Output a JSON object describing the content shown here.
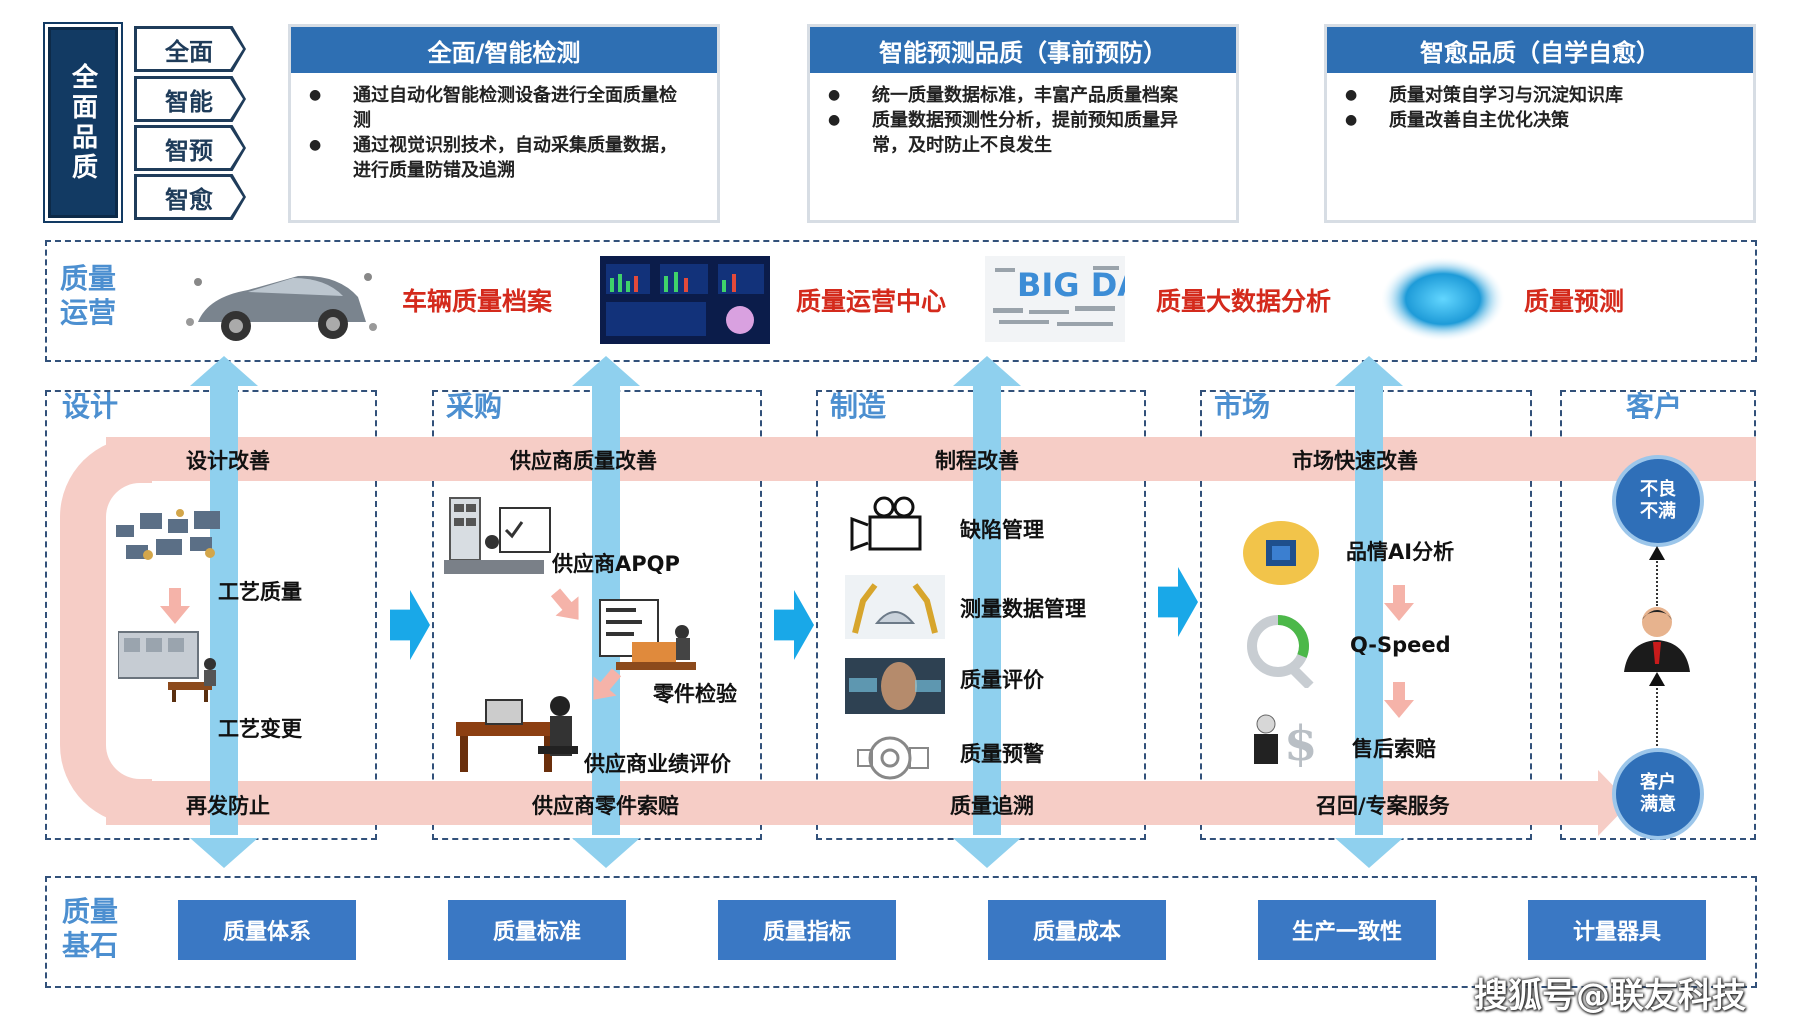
{
  "header": {
    "vertical_title": "全面品质",
    "tags": [
      "全面",
      "智能",
      "智预",
      "智愈"
    ],
    "cards": [
      {
        "title": "全面/智能检测",
        "bullets": [
          "通过自动化智能检测设备进行全面质量检测",
          "通过视觉识别技术，自动采集质量数据，进行质量防错及追溯"
        ]
      },
      {
        "title": "智能预测品质（事前预防）",
        "bullets": [
          "统一质量数据标准，丰富产品质量档案",
          "质量数据预测性分析，提前预知质量异常，及时防止不良发生"
        ]
      },
      {
        "title": "智愈品质（自学自愈）",
        "bullets": [
          "质量对策自学习与沉淀知识库",
          "质量改善自主优化决策"
        ]
      }
    ]
  },
  "operations": {
    "label": "质量运营",
    "items": [
      "车辆质量档案",
      "质量运营中心",
      "质量大数据分析",
      "质量预测"
    ],
    "big_data_icon_text": "BIG DATA"
  },
  "stages": [
    {
      "name": "设计",
      "top": "设计改善",
      "bottom": "再发防止",
      "items": [
        "工艺质量",
        "工艺变更"
      ]
    },
    {
      "name": "采购",
      "top": "供应商质量改善",
      "bottom": "供应商零件索赔",
      "items": [
        "供应商APQP",
        "零件检验",
        "供应商业绩评价"
      ]
    },
    {
      "name": "制造",
      "top": "制程改善",
      "bottom": "质量追溯",
      "items": [
        "缺陷管理",
        "测量数据管理",
        "质量评价",
        "质量预警"
      ]
    },
    {
      "name": "市场",
      "top": "市场快速改善",
      "bottom": "召回/专案服务",
      "items": [
        "品情AI分析",
        "Q-Speed",
        "售后索赔"
      ]
    }
  ],
  "customer": {
    "name": "客户",
    "top_circle": "不良不满",
    "bottom_circle": "客户满意"
  },
  "foundation": {
    "label": "质量基石",
    "items": [
      "质量体系",
      "质量标准",
      "质量指标",
      "质量成本",
      "生产一致性",
      "计量器具"
    ]
  },
  "watermark": "搜狐号@联友科技",
  "colors": {
    "title_blue": "#2e6fb3",
    "navy": "#123a63",
    "label_blue": "#4c8fd0",
    "accent_red": "#d42a1c",
    "loop_pink": "#f6cdc6",
    "flow_blue": "#8fd0ee"
  }
}
